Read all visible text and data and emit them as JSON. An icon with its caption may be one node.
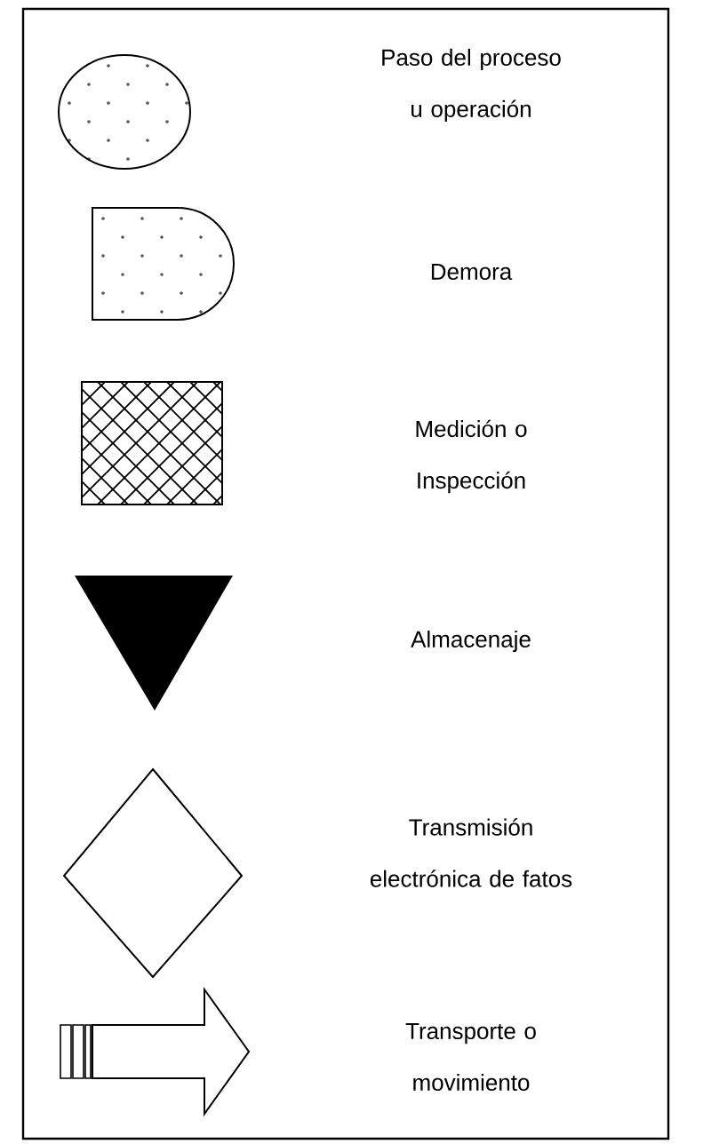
{
  "diagram": {
    "legend": [
      {
        "text": "Paso del proceso u operación"
      },
      {
        "text": "Demora"
      },
      {
        "text": "Medición o Inspección"
      },
      {
        "text": "Almacenaje"
      },
      {
        "text": "Transmisión electrónica de fatos"
      },
      {
        "text": "Transporte o movimiento"
      }
    ]
  }
}
